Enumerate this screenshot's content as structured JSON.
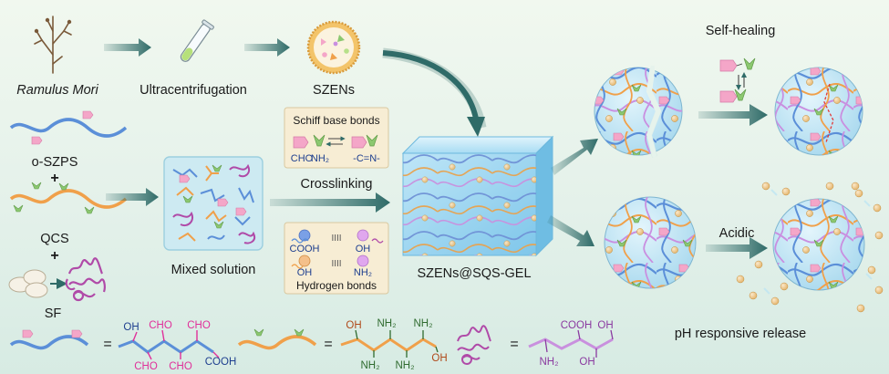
{
  "labels": {
    "ramulus_mori": "Ramulus Mori",
    "ultracentrifugation": "Ultracentrifugation",
    "szens": "SZENs",
    "o_szps": "o-SZPS",
    "qcs": "QCS",
    "sf": "SF",
    "plus": "+",
    "mixed_solution": "Mixed solution",
    "crosslinking": "Crosslinking",
    "gel": "SZENs@SQS-GEL",
    "self_healing": "Self-healing",
    "acidic": "Acidic",
    "ph_release": "pH responsive release"
  },
  "schiff_box": {
    "title": "Schiff base bonds",
    "cho": "CHO",
    "nh2": "NH₂",
    "imine": "-C=N-"
  },
  "hbond_box": {
    "title": "Hydrogen bonds",
    "cooh": "COOH",
    "oh_right": "OH",
    "oh_left": "OH",
    "nh2": "NH₂"
  },
  "formula_szps": {
    "equals": "=",
    "oh": "OH",
    "cho_top1": "CHO",
    "cho_top2": "CHO",
    "cho_bot1": "CHO",
    "cho_bot2": "CHO",
    "cooh": "COOH"
  },
  "formula_qcs": {
    "equals": "=",
    "oh_top": "OH",
    "nh2_top1": "NH₂",
    "nh2_top2": "NH₂",
    "nh2_bot1": "NH₂",
    "nh2_bot2": "NH₂",
    "oh_bot": "OH"
  },
  "formula_sf": {
    "equals": "=",
    "cooh": "COOH",
    "oh_top": "OH",
    "nh2": "NH₂",
    "oh_bot": "OH"
  },
  "colors": {
    "szps_chain": "#5b8fd8",
    "qcs_chain": "#f0a04a",
    "sf_chain": "#b04aa8",
    "pink_tag": "#f4a6c8",
    "green_tag": "#8cc870",
    "arrow": "#2f6b68",
    "gel_blue": "#8fd0ee",
    "panel_bg": "#f7edd4",
    "szps_text": "#e0309a",
    "qcs_text": "#2f6b2f",
    "qcs_oh": "#b04a1a",
    "sf_text": "#8a3aa0"
  },
  "icons": [
    "twig-icon",
    "test-tube-icon",
    "vesicle-icon",
    "silk-fibroin-icon",
    "network-sphere-icon",
    "gel-block-icon"
  ]
}
